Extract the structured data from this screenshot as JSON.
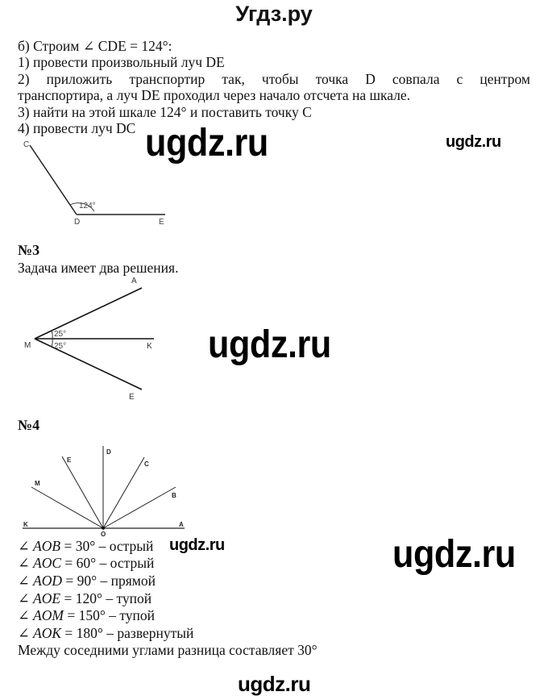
{
  "header": {
    "title": "Угдз.ру"
  },
  "part_b": {
    "title": "б) Строим ∠ CDE = 124°:",
    "steps": [
      "1) провести произвольный луч DE",
      "2) приложить транспортир так, чтобы точка D совпала с центром",
      "транспортира, а луч DE проходил через начало отсчета на шкале.",
      "3) найти на этой шкале 124° и поставить точку C",
      "4) провести луч DC"
    ],
    "figure": {
      "points": {
        "C": "C",
        "D": "D",
        "E": "E"
      },
      "angle_label": "124°",
      "angle_value_deg": 124
    }
  },
  "task3": {
    "heading": "№3",
    "text": "Задача имеет два решения.",
    "figure": {
      "points": {
        "A": "A",
        "M": "M",
        "K": "K",
        "E": "E"
      },
      "angle_upper_label": "25°",
      "angle_lower_label": "25°",
      "angle_value_deg": 25
    }
  },
  "task4": {
    "heading": "№4",
    "figure": {
      "points": {
        "A": "A",
        "B": "B",
        "C": "C",
        "D": "D",
        "E": "E",
        "M": "M",
        "K": "K",
        "O": "O"
      },
      "ray_angles_deg": [
        0,
        30,
        60,
        90,
        120,
        150,
        180
      ]
    },
    "angles": [
      {
        "prefix": "∠ ",
        "name": "AOB",
        "rest": " = 30° – острый"
      },
      {
        "prefix": "∠ ",
        "name": "AOC",
        "rest": " = 60° – острый"
      },
      {
        "prefix": "∠ ",
        "name": "AOD",
        "rest": " = 90° – прямой"
      },
      {
        "prefix": "∠ ",
        "name": "AOE",
        "rest": " = 120° – тупой"
      },
      {
        "prefix": "∠ ",
        "name": "AOM",
        "rest": " = 150° – тупой"
      },
      {
        "prefix": "∠ ",
        "name": "AOK",
        "rest": " = 180° – развернутый"
      }
    ],
    "conclusion": "Между соседними углами разница составляет 30°"
  },
  "watermarks": {
    "large_1": "ugdz.ru",
    "small_1": "ugdz.ru",
    "large_2": "ugdz.ru",
    "small_2": "ugdz.ru",
    "large_3": "ugdz.ru",
    "footer": "ugdz.ru"
  }
}
